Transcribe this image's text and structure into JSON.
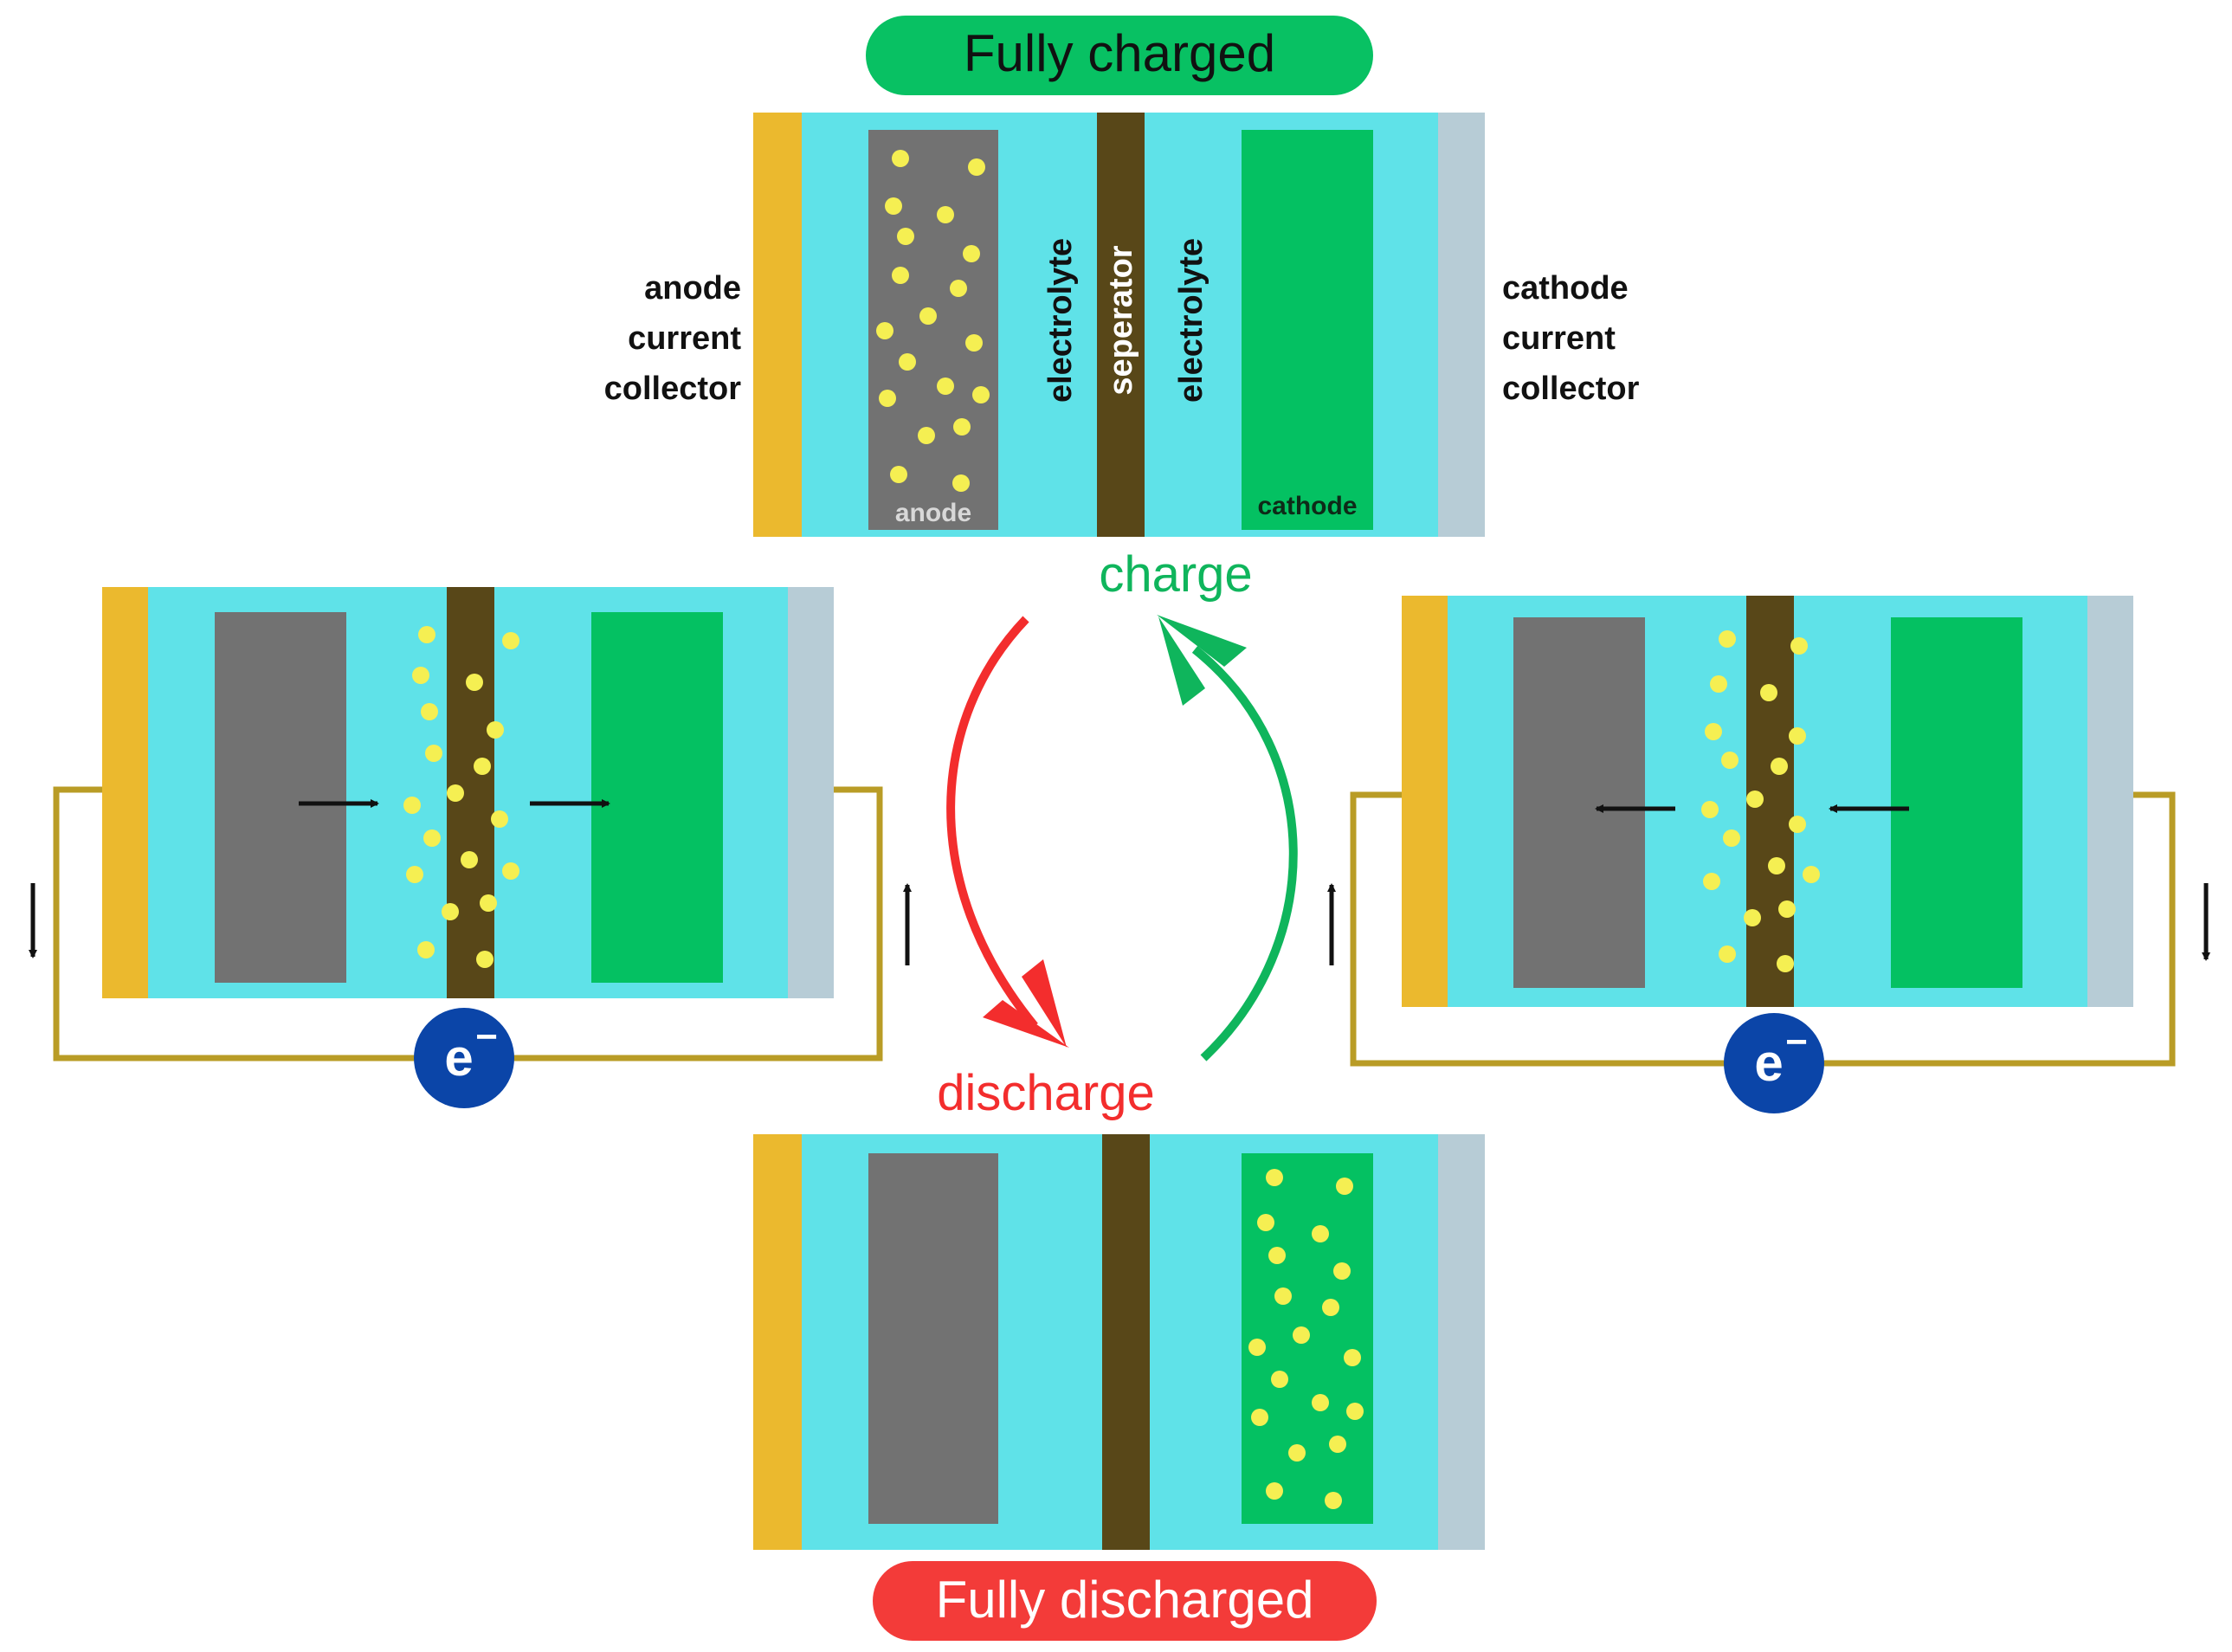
{
  "labels": {
    "fully_charged": "Fully charged",
    "fully_discharged": "Fully discharged",
    "charge": "charge",
    "discharge": "discharge",
    "anode_collector": [
      "anode",
      "current",
      "collector"
    ],
    "cathode_collector": [
      "cathode",
      "current",
      "collector"
    ],
    "electrolyte": "electrolyte",
    "separator": "seperator",
    "anode": "anode",
    "cathode": "cathode",
    "electron_symbol": "e",
    "electron_sign": "−"
  },
  "colors": {
    "electrolyte": "#5fe2e8",
    "anode_collector": "#ebb92e",
    "cathode_collector": "#b7ccd6",
    "anode": "#727272",
    "cathode": "#04c162",
    "separator": "#584718",
    "ion": "#f5ef52",
    "wire": "#b99c26",
    "electron_circle": "#0b45a8",
    "charged_pill": "#08c163",
    "discharged_pill": "#f33b39",
    "charge_arrow": "#0fb55c",
    "discharge_arrow": "#f32d2d"
  }
}
